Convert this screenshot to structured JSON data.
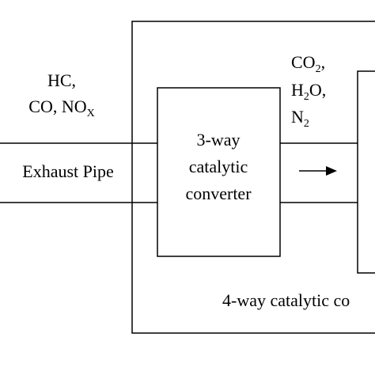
{
  "inlet_gases": {
    "line1": "HC,",
    "line2_prefix": "CO, NO",
    "line2_sub": "X"
  },
  "exhaust_pipe_label": "Exhaust Pipe",
  "converter_3way": {
    "line1": "3-way",
    "line2": "catalytic",
    "line3": "converter"
  },
  "outlet_gases": {
    "co2_main": "CO",
    "co2_sub": "2",
    "co2_suffix": ",",
    "h2o_main": "H",
    "h2o_sub": "2",
    "h2o_suffix": "O,",
    "n2_main": "N",
    "n2_sub": "2"
  },
  "converter_4way_label": "4-way catalytic co"
}
